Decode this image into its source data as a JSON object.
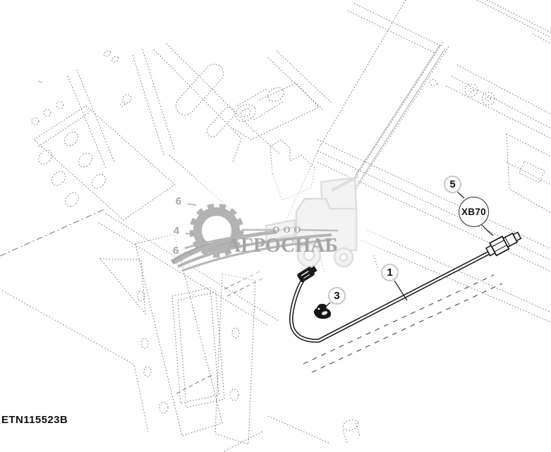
{
  "drawing": {
    "id_label": "ETN115523B"
  },
  "watermark": {
    "prefix": "ООО",
    "name": "АГРОСНАБ",
    "gear_icon": "gear-icon",
    "tractor_icon": "combine-harvester-icon"
  },
  "callouts": {
    "item6a": "6",
    "item4": "4",
    "item6b": "6",
    "item3": "3",
    "item1": "1",
    "item5": "5",
    "connector": "XB70"
  },
  "colors": {
    "ink": "#1a1a1a",
    "phantom_line": "#6b6b6b",
    "callout_gray": "#a6a6a6",
    "watermark_gray": "#ababab",
    "watermark_light": "#dedede"
  }
}
